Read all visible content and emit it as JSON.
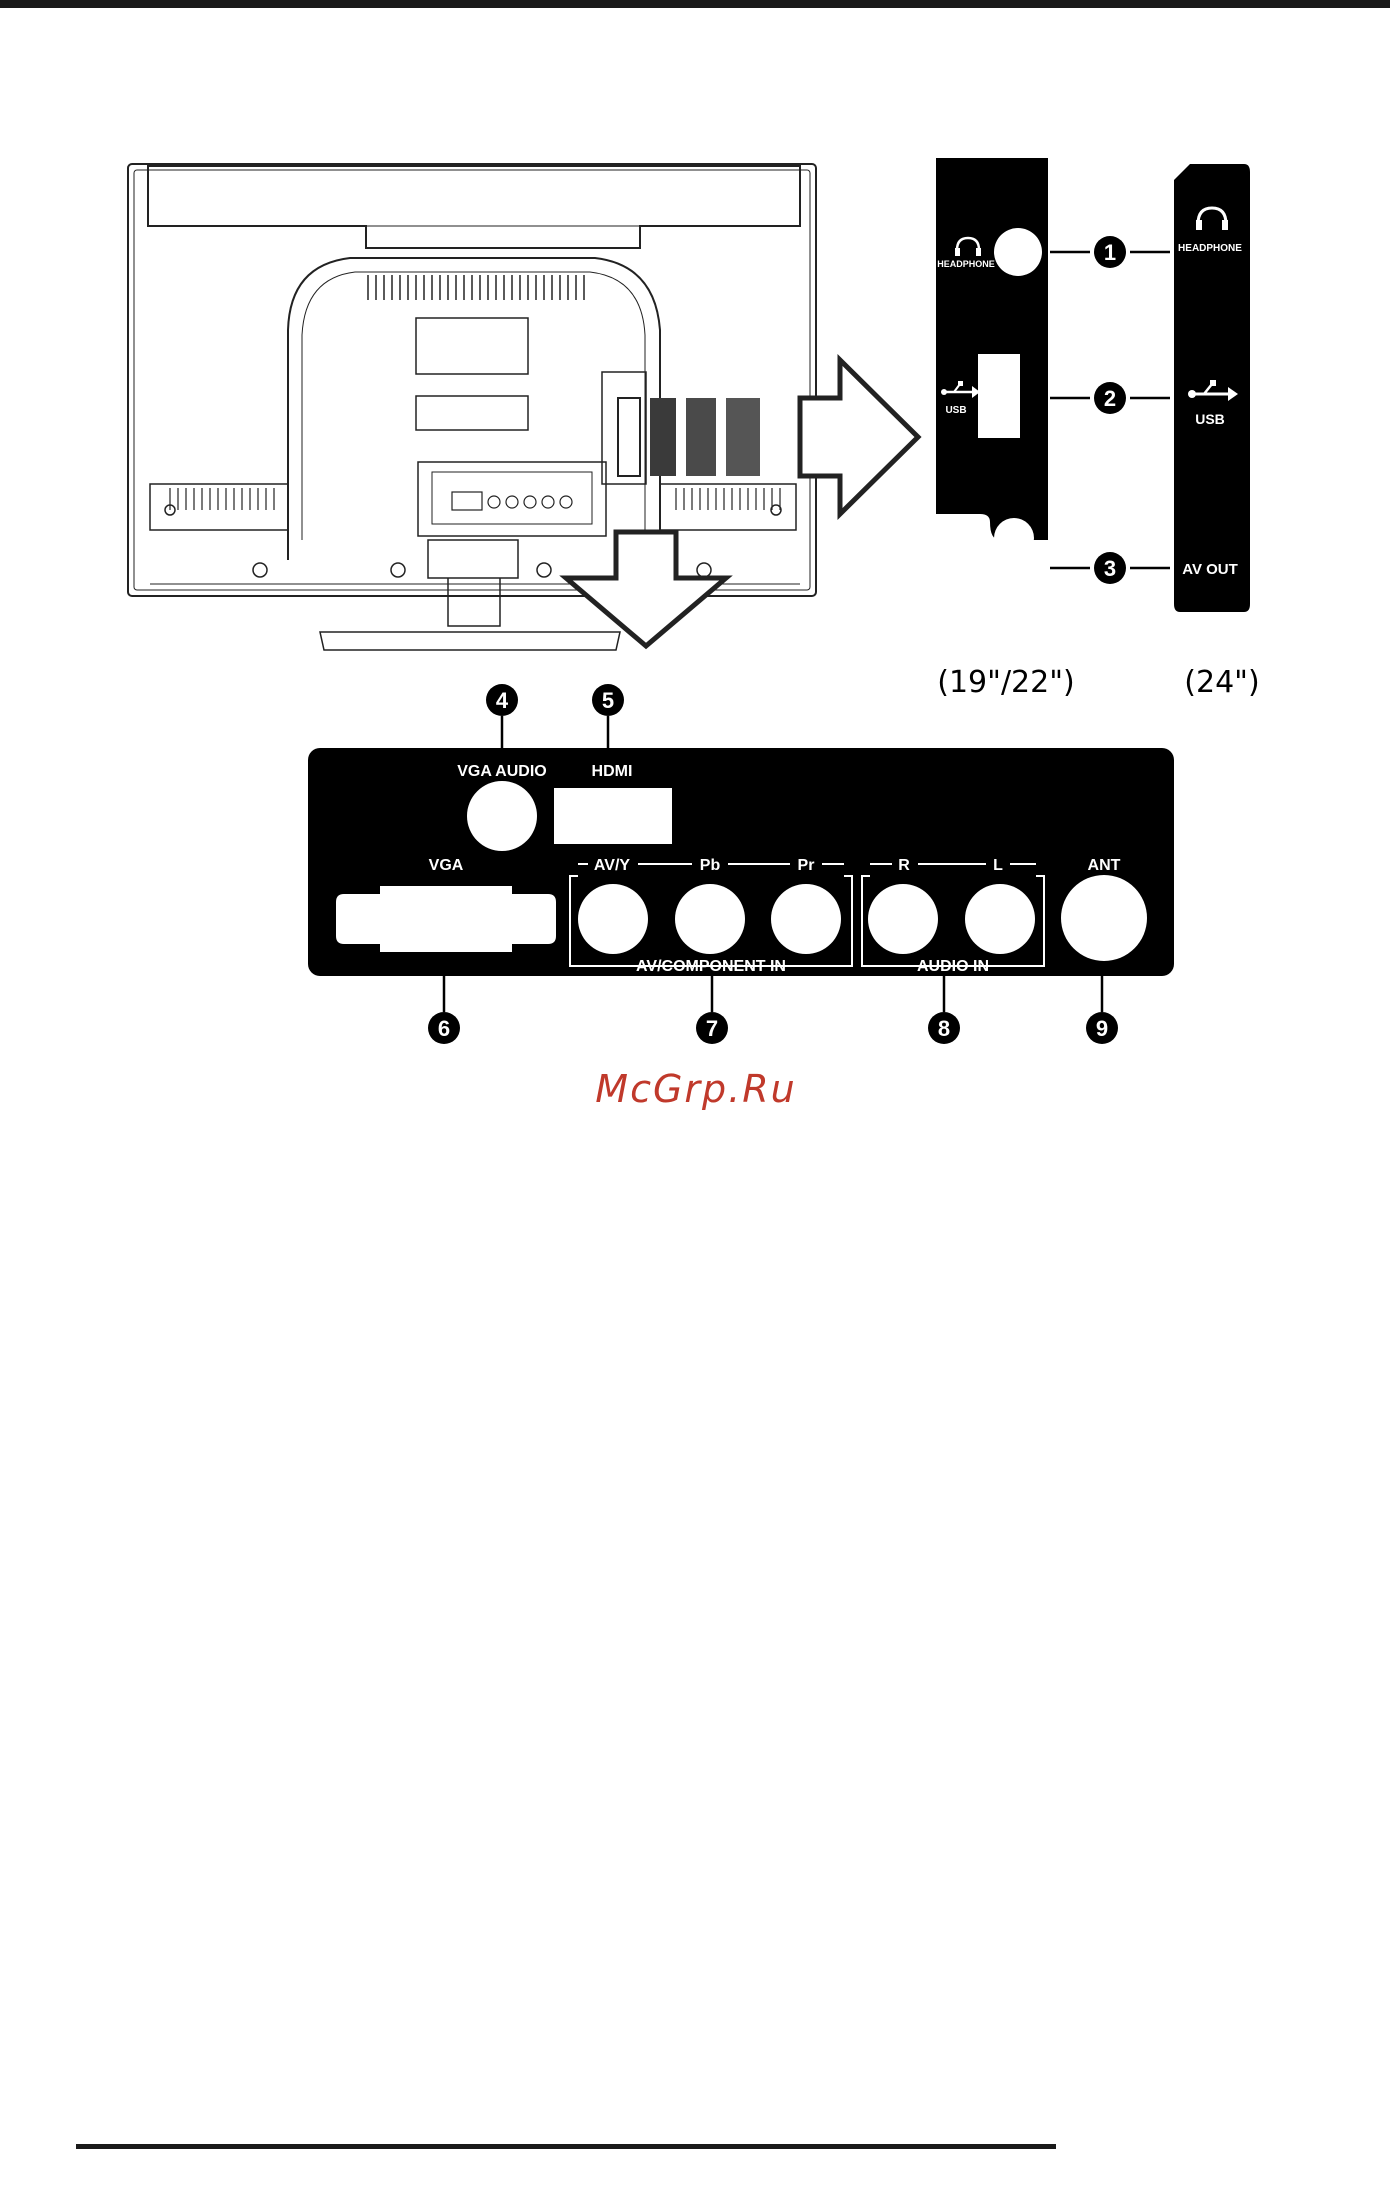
{
  "side_panel": {
    "headphone_label": "HEADPHONE",
    "usb_label": "USB",
    "av_out_label": "AV OUT",
    "caption_small": "(19\"/22\")",
    "caption_large": "(24\")"
  },
  "callouts": [
    "1",
    "2",
    "3",
    "4",
    "5",
    "6",
    "7",
    "8",
    "9"
  ],
  "bottom_panel": {
    "vga_audio": "VGA AUDIO",
    "hdmi": "HDMI",
    "vga": "VGA",
    "av_y": "AV/Y",
    "pb": "Pb",
    "pr": "Pr",
    "r": "R",
    "l": "L",
    "ant": "ANT",
    "av_component_in": "AV/COMPONENT IN",
    "audio_in": "AUDIO IN"
  },
  "watermark": "McGrp.Ru",
  "colors": {
    "panel": "#000000",
    "watermark": "#c0392b",
    "line": "#222222"
  },
  "icons": [
    "headphone-icon",
    "usb-icon",
    "arrow-right-icon",
    "arrow-down-icon"
  ]
}
